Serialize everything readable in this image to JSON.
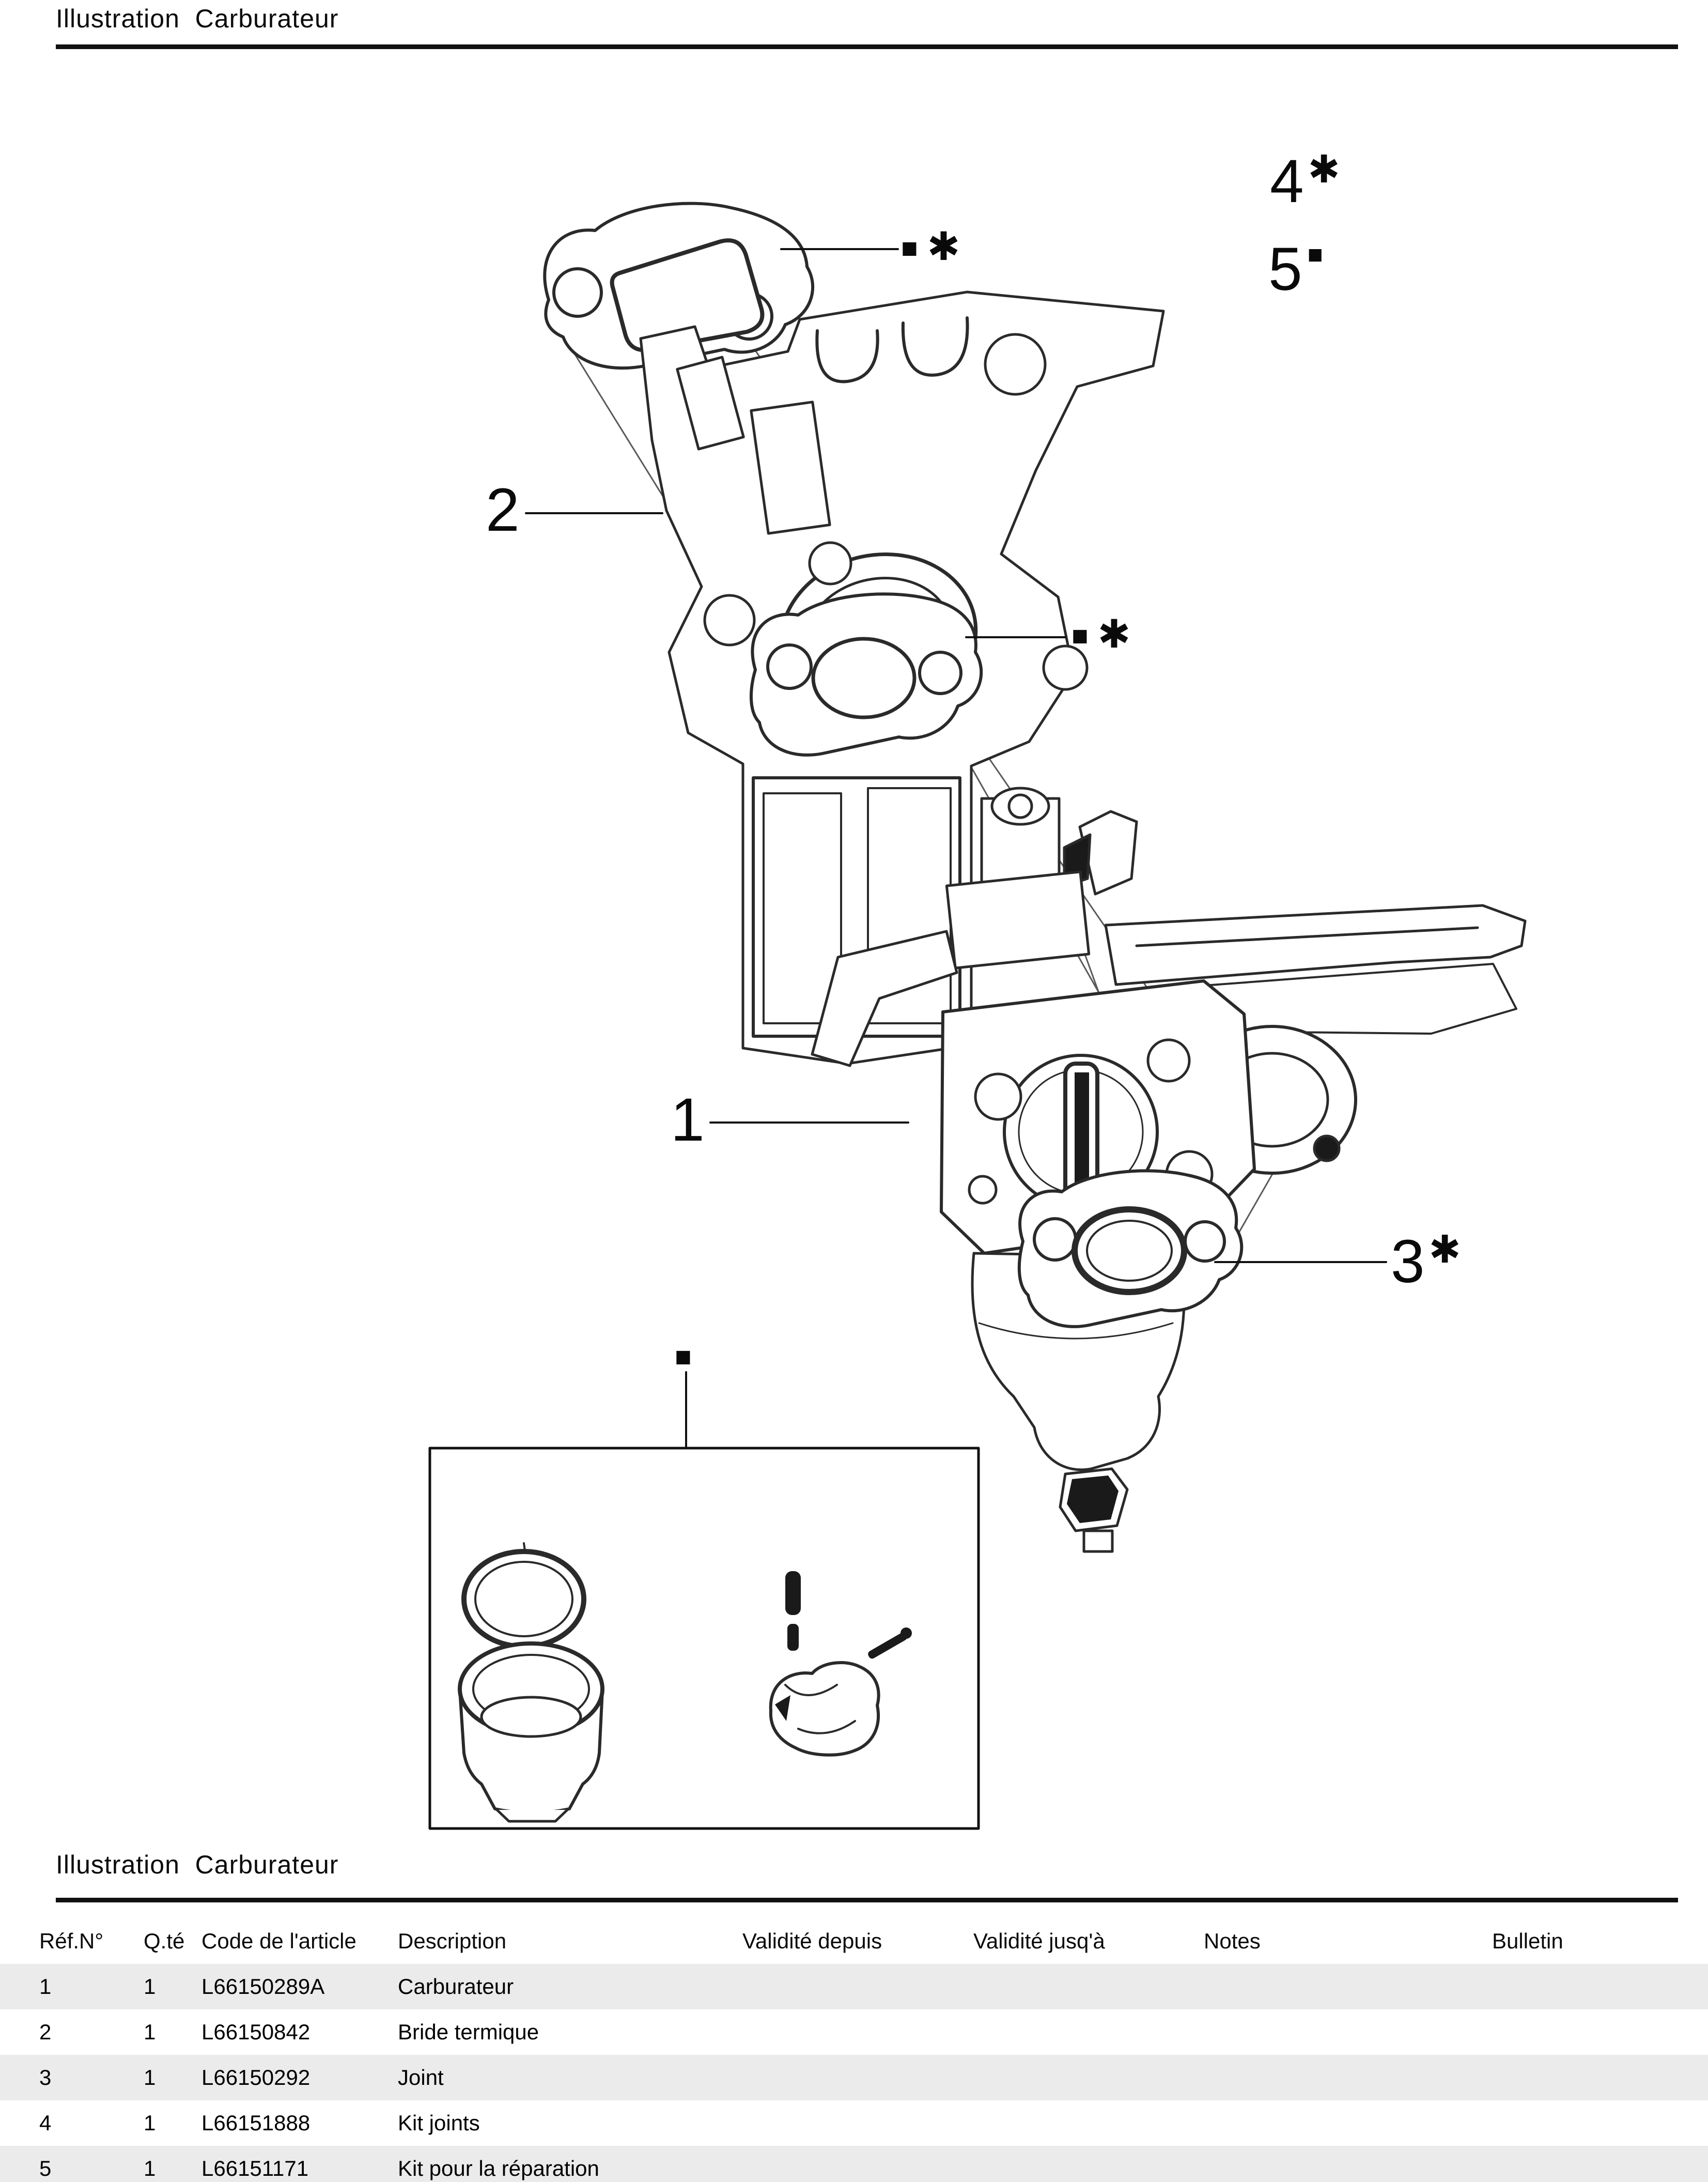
{
  "page": {
    "title_top": "Illustration  Carburateur",
    "title_bottom": "Illustration  Carburateur"
  },
  "colors": {
    "line_art": "#2a2a2a",
    "row_stripe": "#ebebeb",
    "rule": "#111111"
  },
  "callouts": {
    "c1": {
      "label": "1"
    },
    "c2": {
      "label": "2"
    },
    "c3": {
      "label": "3",
      "sup": "✱"
    },
    "c4": {
      "label": "4",
      "sup": "✱"
    },
    "c5": {
      "label": "5",
      "sup": "■"
    },
    "marker_top": {
      "square": "■",
      "asterisk": "✱"
    },
    "marker_mid": {
      "square": "■",
      "asterisk": "✱"
    },
    "marker_kit": {
      "square": "■"
    }
  },
  "table": {
    "headers": [
      "Réf.N°",
      "Q.té",
      "Code de l'article",
      "Description",
      "Validité depuis",
      "Validité jusq'à",
      "Notes",
      "Bulletin"
    ],
    "rows": [
      [
        "1",
        "1",
        "L66150289A",
        "Carburateur",
        "",
        "",
        "",
        ""
      ],
      [
        "2",
        "1",
        "L66150842",
        "Bride termique",
        "",
        "",
        "",
        ""
      ],
      [
        "3",
        "1",
        "L66150292",
        "Joint",
        "",
        "",
        "",
        ""
      ],
      [
        "4",
        "1",
        "L66151888",
        "Kit joints",
        "",
        "",
        "",
        ""
      ],
      [
        "5",
        "1",
        "L66151171",
        "Kit pour la réparation",
        "",
        "",
        "",
        ""
      ]
    ]
  }
}
